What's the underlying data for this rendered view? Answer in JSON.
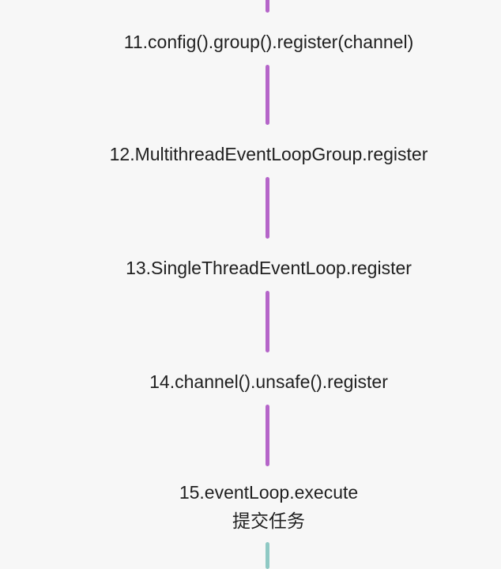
{
  "colors": {
    "connector": "#b565c9",
    "connector_last": "#8fc9c4",
    "text": "#1f1f1f",
    "background": "#f7f7f7"
  },
  "steps": [
    {
      "label": "11.config().group().register(channel)"
    },
    {
      "label": "12.MultithreadEventLoopGroup.register"
    },
    {
      "label": "13.SingleThreadEventLoop.register"
    },
    {
      "label": "14.channel().unsafe().register"
    },
    {
      "label": "15.eventLoop.execute",
      "sublabel": "提交任务"
    }
  ]
}
